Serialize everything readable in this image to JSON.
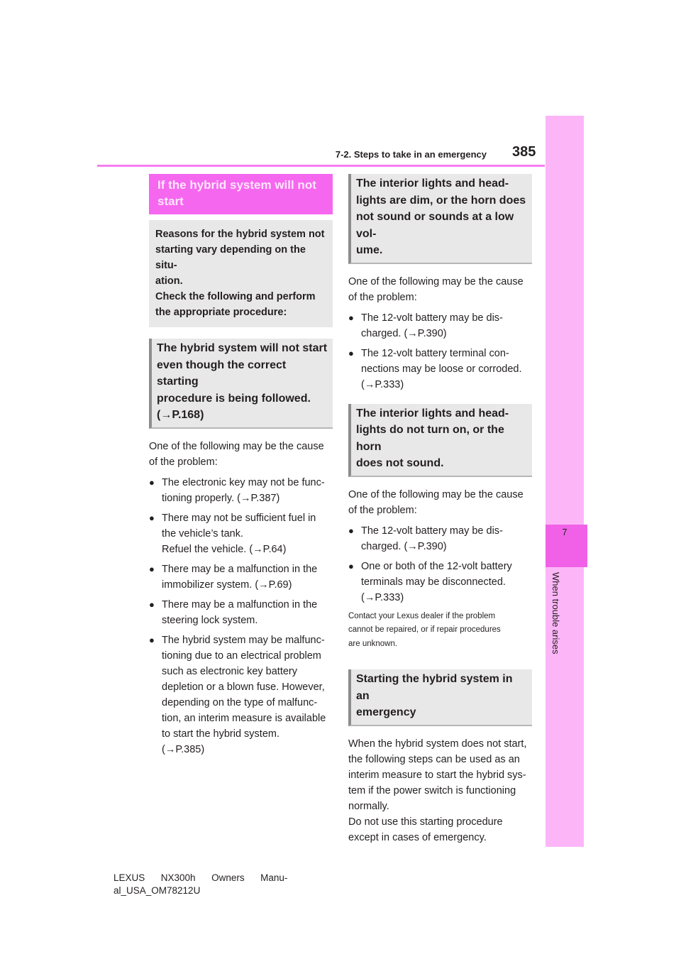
{
  "header": {
    "section": "7-2. Steps to take in an emergency",
    "page": "385"
  },
  "side_tab": {
    "chapter": "7",
    "title": "When trouble arises"
  },
  "left": {
    "main_heading": [
      "If the hybrid system will not",
      "start"
    ],
    "intro": [
      "Reasons for the hybrid system not",
      "starting vary depending on the situ-",
      "ation.",
      "Check the following and perform",
      "the appropriate procedure:"
    ],
    "subheading": [
      "The hybrid system will not start",
      "even though the correct starting",
      "procedure is being followed.",
      "(→P.168)"
    ],
    "lead": [
      "One of the following may be the cause",
      "of the problem:"
    ],
    "bullets": [
      [
        "The electronic key may not be func-",
        "tioning properly. (→P.387)"
      ],
      [
        "There may not be sufficient fuel in",
        "the vehicle’s tank.",
        "Refuel the vehicle. (→P.64)"
      ],
      [
        "There may be a malfunction in the",
        "immobilizer system. (→P.69)"
      ],
      [
        "There may be a malfunction in the",
        "steering lock system."
      ],
      [
        "The hybrid system may be malfunc-",
        "tioning due to an electrical problem",
        "such as electronic key battery",
        "depletion or a blown fuse. However,",
        "depending on the type of malfunc-",
        "tion, an interim measure is available",
        "to start the hybrid system.",
        "(→P.385)"
      ]
    ]
  },
  "right": {
    "block1": {
      "heading": [
        "The interior lights and head-",
        "lights are dim, or the horn does",
        "not sound or sounds at a low vol-",
        "ume."
      ],
      "lead": [
        "One of the following may be the cause",
        "of the problem:"
      ],
      "bullets": [
        [
          "The 12-volt battery may be dis-",
          "charged. (→P.390)"
        ],
        [
          "The 12-volt battery terminal con-",
          "nections may be loose or corroded.",
          "(→P.333)"
        ]
      ]
    },
    "block2": {
      "heading": [
        "The interior lights and head-",
        "lights do not turn on, or the horn",
        "does not sound."
      ],
      "lead": [
        "One of the following may be the cause",
        "of the problem:"
      ],
      "bullets": [
        [
          "The 12-volt battery may be dis-",
          "charged. (→P.390)"
        ],
        [
          "One or both of the 12-volt battery",
          "terminals may be disconnected.",
          "(→P.333)"
        ]
      ],
      "note": [
        "Contact your Lexus dealer if the problem",
        "cannot be repaired, or if repair procedures",
        "are unknown."
      ]
    },
    "block3": {
      "heading": [
        "Starting the hybrid system in an",
        "emergency"
      ],
      "body": [
        "When the hybrid system does not start,",
        "the following steps can be used as an",
        "interim measure to start the hybrid sys-",
        "tem if the power switch is functioning",
        "normally.",
        "Do not use this starting procedure",
        "except in cases of emergency."
      ]
    }
  },
  "footer": [
    "LEXUS      NX300h      Owners      Manu-",
    "al_USA_OM78212U"
  ],
  "colors": {
    "accent": "#f667f0",
    "tab": "#fcb6f8",
    "tab_chapter": "#f061e8",
    "box": "#e9e8e8"
  }
}
